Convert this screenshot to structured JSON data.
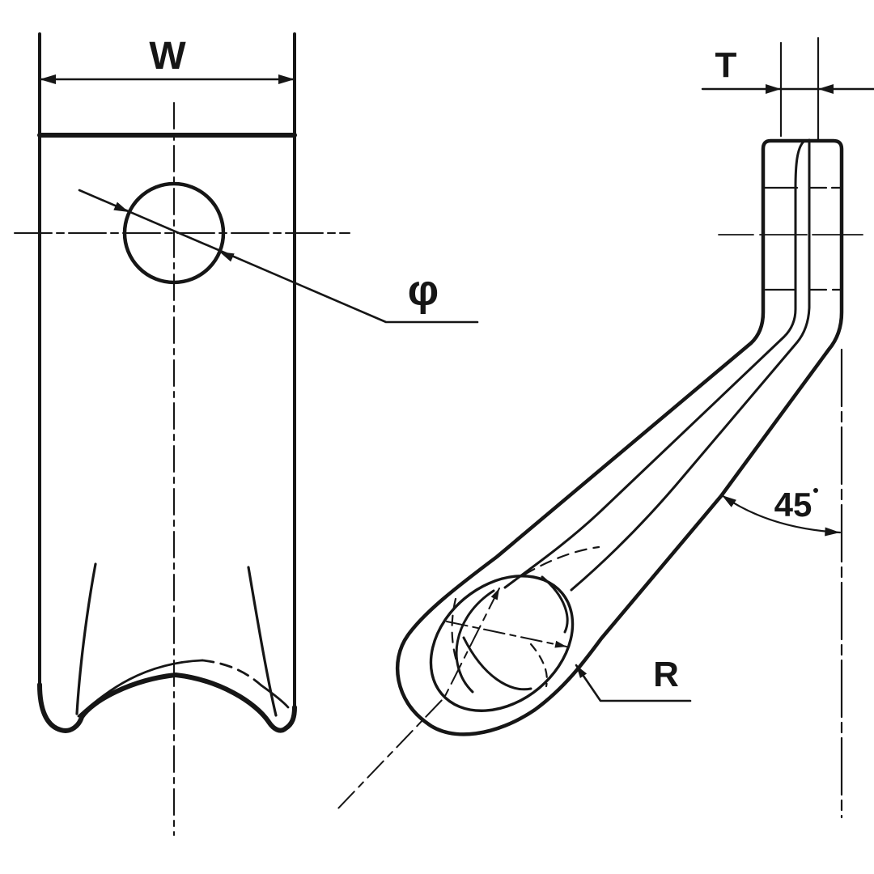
{
  "colors": {
    "background": "#ffffff",
    "ink": "#161616"
  },
  "front_view": {
    "width_label": "W",
    "diameter_label": "φ"
  },
  "side_view": {
    "thickness_label": "T",
    "angle_label": "45",
    "radius_label": "R"
  }
}
